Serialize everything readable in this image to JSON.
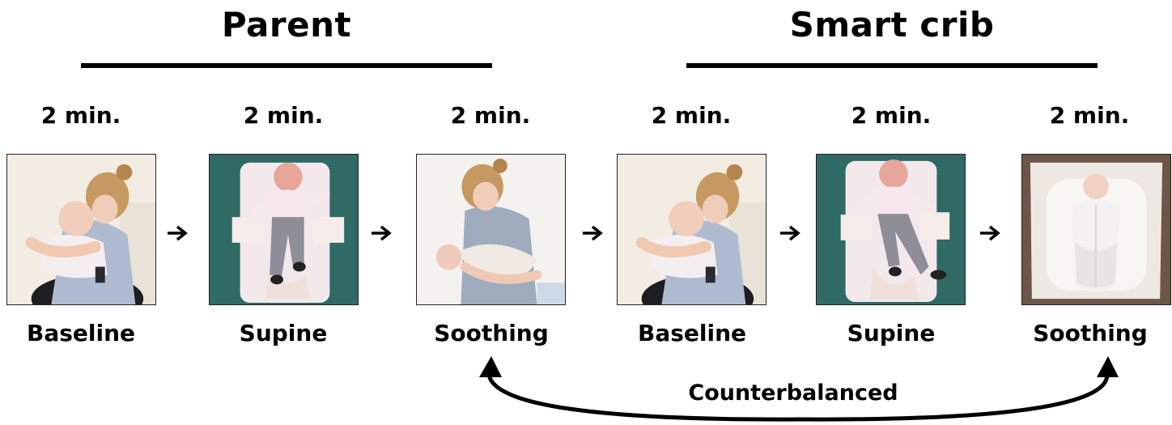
{
  "groups": [
    {
      "title": "Parent"
    },
    {
      "title": "Smart crib"
    }
  ],
  "steps": [
    {
      "duration": "2 min.",
      "label": "Baseline",
      "photo": "mother-holding-infant-photo"
    },
    {
      "duration": "2 min.",
      "label": "Supine",
      "photo": "infant-supine-on-mat-photo"
    },
    {
      "duration": "2 min.",
      "label": "Soothing",
      "photo": "mother-soothing-swaddled-infant-photo"
    },
    {
      "duration": "2 min.",
      "label": "Baseline",
      "photo": "mother-holding-infant-photo"
    },
    {
      "duration": "2 min.",
      "label": "Supine",
      "photo": "infant-supine-on-mat-photo"
    },
    {
      "duration": "2 min.",
      "label": "Soothing",
      "photo": "swaddled-infant-in-smart-crib-photo"
    }
  ],
  "arrow_icon": "right-arrow-icon",
  "counterbalance": {
    "label": "Counterbalanced",
    "icon": "double-headed-curved-arrow-icon"
  }
}
